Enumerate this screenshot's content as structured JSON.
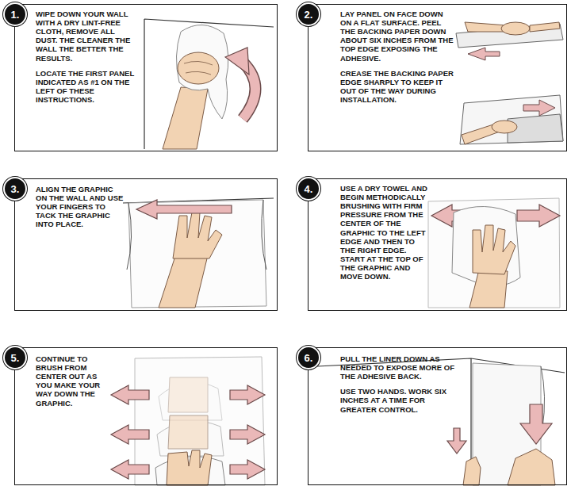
{
  "diagram": {
    "nodes": [
      {
        "text": [
          "WIPE DOWN YOUR WALL WITH A DRY LINT-FREE CLOTH, REMOVE ALL DUST. THE CLEANER THE WALL THE BETTER THE RESULTS.",
          "LOCATE THE FIRST PANEL INDICATED AS #1 ON THE LEFT OF THESE INSTRUCTIONS."
        ]
      },
      {
        "text": [
          "1."
        ],
        "in": 0
      },
      {
        "text": [
          "LAY PANEL ON FACE DOWN ON A FLAT SURFACE. PEEL THE BACKING PAPER DOWN ABOUT SIX INCHES FROM THE TOP EDGE EXPOSING THE ADHESIVE.",
          "CREASE THE BACKING PAPER EDGE SHARPLY TO KEEP IT OUT OF THE WAY DURING INSTALLATION."
        ]
      },
      {
        "text": [
          "2."
        ],
        "in": 2
      },
      {
        "text": [
          "ALIGN THE GRAPHIC ON THE WALL AND USE YOUR FINGERS TO TACK THE GRAPHIC INTO PLACE."
        ]
      },
      {
        "text": [
          "3."
        ],
        "in": 4
      },
      {
        "text": [
          "USE A DRY TOWEL AND BEGIN METHODICALLY BRUSHING WITH FIRM PRESSURE FROM THE CENTER OF THE GRAPHIC TO THE LEFT EDGE AND THEN TO THE RIGHT EDGE. START AT THE TOP OF THE GRAPHIC AND MOVE DOWN."
        ]
      },
      {
        "text": [
          "4."
        ],
        "in": 6
      },
      {
        "text": [
          "CONTINUE TO BRUSH FROM CENTER OUT AS YOU MAKE YOUR WAY DOWN THE GRAPHIC."
        ]
      },
      {
        "text": [
          "5."
        ],
        "in": 8
      },
      {
        "text": [
          "PULL THE LINER DOWN AS NEEDED TO EXPOSE MORE OF THE ADHESIVE BACK.",
          "USE TWO HANDS. WORK SIX INCHES AT A TIME FOR GREATER CONTROL."
        ]
      },
      {
        "text": [
          "6."
        ],
        "in": 10
      }
    ]
  }
}
